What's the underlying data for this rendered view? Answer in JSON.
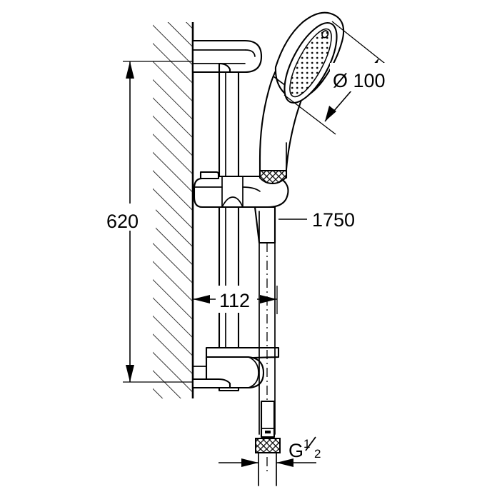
{
  "drawing": {
    "title": "Shower rail set technical dimension drawing",
    "units": "mm",
    "line_color": "#000000",
    "background_color": "#ffffff"
  },
  "dimensions": {
    "height": {
      "label": "620",
      "name": "rail-height-dimension",
      "orientation": "vertical"
    },
    "wall_offset": {
      "label": "112",
      "name": "wall-offset-dimension",
      "orientation": "horizontal"
    },
    "hose_length": {
      "label": "1750",
      "name": "hose-length-callout",
      "orientation": "leader"
    },
    "spray_diameter": {
      "symbol": "Ø",
      "value": "100",
      "label": "Ø 100",
      "name": "spray-face-diameter",
      "orientation": "diagonal"
    },
    "thread": {
      "prefix": "G",
      "numerator": "1",
      "denominator": "2",
      "label": "G 1/2",
      "name": "hose-thread-size"
    }
  },
  "parts": {
    "wall": "wall-section",
    "rail": "shower-rail",
    "top_bracket": "top-wall-bracket",
    "bottom_bracket": "bottom-wall-bracket",
    "slider_holder": "sliding-shower-holder",
    "handshower": "hand-shower",
    "spray_face": "spray-face",
    "handle": "hand-shower-handle",
    "hose": "shower-hose",
    "hose_nut": "hose-knurled-nut",
    "soap_shelf": "soap-dish-shelf"
  }
}
